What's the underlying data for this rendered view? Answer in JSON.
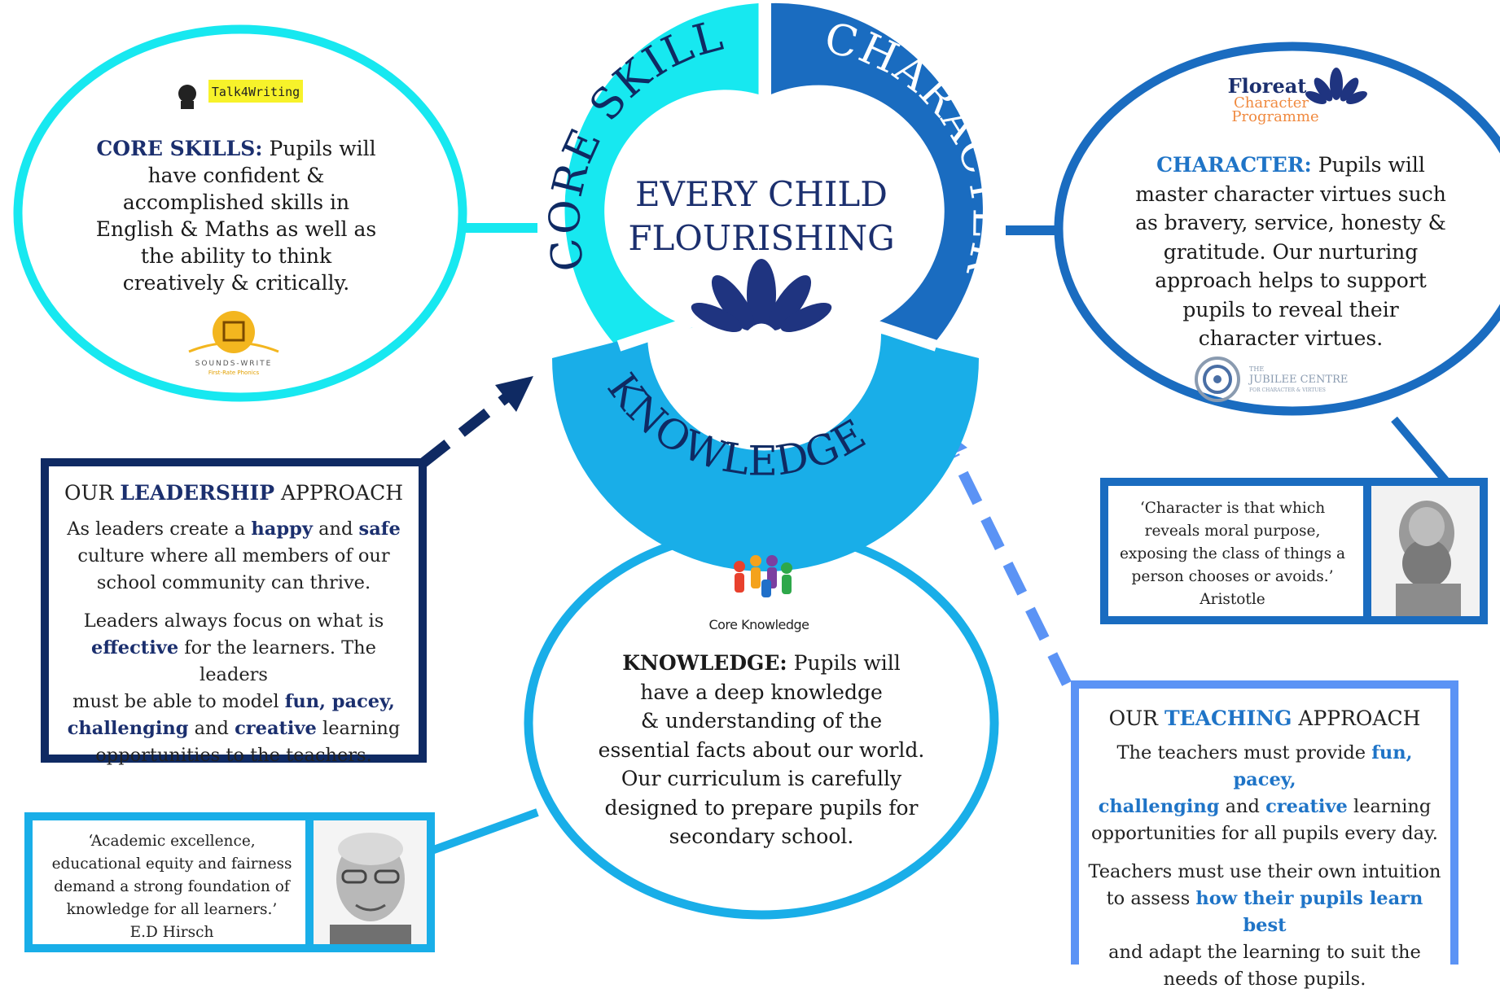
{
  "center": {
    "title_line1": "EVERY CHILD",
    "title_line2": "FLOURISHING",
    "icon": "flower-hands-icon"
  },
  "ring_segments": {
    "core_skills": "CORE SKILLS",
    "character": "CHARACTER",
    "knowledge": "KNOWLEDGE"
  },
  "core_skills_panel": {
    "logo_text": "Talk4Writing",
    "heading": "CORE SKILLS:",
    "lines": [
      "Pupils will",
      "have confident &",
      "accomplished skills in",
      "English & Maths as well as",
      "the ability to think",
      "creatively & critically."
    ],
    "bottom_logo_text": "SOUNDS-WRITE",
    "bottom_logo_subtext": "First-Rate Phonics"
  },
  "character_panel": {
    "logo_word1": "Floreat",
    "logo_word2": "Character",
    "logo_word3": "Programme",
    "heading": "CHARACTER:",
    "lines": [
      "Pupils will",
      "master character virtues such",
      "as bravery, service, honesty &",
      "gratitude. Our nurturing",
      "approach helps to support",
      "pupils to reveal their",
      "character virtues."
    ],
    "bottom_logo_text1": "THE",
    "bottom_logo_text2": "JUBILEE CENTRE",
    "bottom_logo_text3": "FOR CHARACTER & VIRTUES"
  },
  "knowledge_panel": {
    "logo_text": "Core Knowledge",
    "heading": "KNOWLEDGE:",
    "lines": [
      "Pupils will",
      "have a deep knowledge",
      "& understanding of the",
      "essential facts about our world.",
      "Our curriculum is carefully",
      "designed to prepare pupils for",
      "secondary school."
    ]
  },
  "leadership_box": {
    "title_pre": "OUR",
    "title_key": "LEADERSHIP",
    "title_post": "APPROACH",
    "p1": [
      "As leaders create a",
      "happy",
      "and",
      "safe",
      "culture where all members of our",
      "school community can thrive."
    ],
    "p2": [
      "Leaders always focus on what is",
      "effective",
      "for the learners.  The leaders",
      "must be able to model",
      "fun, pacey,",
      "challenging",
      "and",
      "creative",
      "learning",
      "opportunities to the teachers."
    ]
  },
  "teaching_box": {
    "title_pre": "OUR",
    "title_key": "TEACHING",
    "title_post": "APPROACH",
    "p1": [
      "The teachers must provide",
      "fun, pacey,",
      "challenging",
      "and",
      "creative",
      "learning",
      "opportunities for all pupils every day."
    ],
    "p2": [
      "Teachers must use their own intuition",
      "to assess",
      "how their pupils learn best",
      "and adapt the learning to suit the",
      "needs of those pupils."
    ]
  },
  "aristotle_quote": {
    "lines": [
      "‘Character is that which",
      "reveals moral purpose,",
      "exposing the class of things a",
      "person chooses or avoids.’",
      "Aristotle"
    ]
  },
  "hirsch_quote": {
    "lines": [
      "‘Academic excellence,",
      "educational equity and fairness",
      "demand a strong foundation of",
      "knowledge for all learners.’",
      "E.D Hirsch"
    ]
  },
  "colors": {
    "core_skills": "#17e8f0",
    "character": "#1a6cc0",
    "knowledge": "#19aee8",
    "navy": "#0f2a63",
    "teaching": "#5b93f5",
    "text_navy": "#1b2f6e",
    "text_blue": "#1f74c7"
  }
}
